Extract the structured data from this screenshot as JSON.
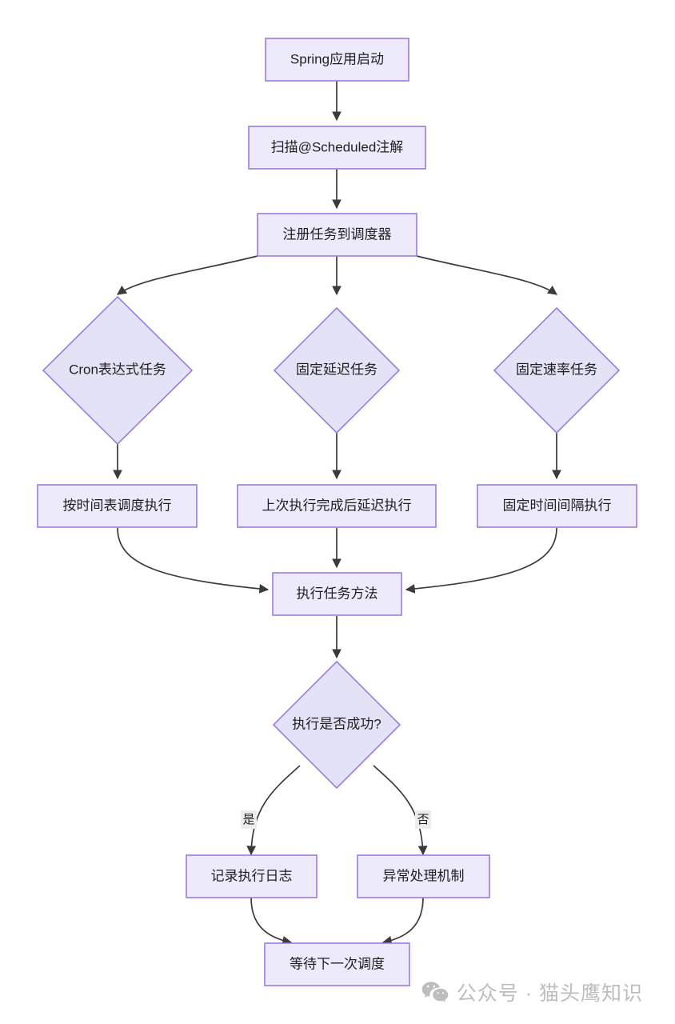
{
  "diagram": {
    "type": "flowchart",
    "direction": "top-to-bottom",
    "theme": {
      "node_fill": "#ECEAFB",
      "node_stroke": "#9B7DDD",
      "edge_stroke": "#3b3b3b",
      "text_color": "#1f1f1f",
      "background": "#ffffff",
      "edge_label_bg": "#ececec"
    },
    "nodes": [
      {
        "id": "n1",
        "shape": "rect",
        "label": "Spring应用启动"
      },
      {
        "id": "n2",
        "shape": "rect",
        "label": "扫描@Scheduled注解"
      },
      {
        "id": "n3",
        "shape": "rect",
        "label": "注册任务到调度器"
      },
      {
        "id": "n4",
        "shape": "diamond",
        "label": "Cron表达式任务"
      },
      {
        "id": "n5",
        "shape": "diamond",
        "label": "固定延迟任务"
      },
      {
        "id": "n6",
        "shape": "diamond",
        "label": "固定速率任务"
      },
      {
        "id": "n7",
        "shape": "rect",
        "label": "按时间表调度执行"
      },
      {
        "id": "n8",
        "shape": "rect",
        "label": "上次执行完成后延迟执行"
      },
      {
        "id": "n9",
        "shape": "rect",
        "label": "固定时间间隔执行"
      },
      {
        "id": "n10",
        "shape": "rect",
        "label": "执行任务方法"
      },
      {
        "id": "n11",
        "shape": "diamond",
        "label": "执行是否成功?"
      },
      {
        "id": "n12",
        "shape": "rect",
        "label": "记录执行日志"
      },
      {
        "id": "n13",
        "shape": "rect",
        "label": "异常处理机制"
      },
      {
        "id": "n14",
        "shape": "rect",
        "label": "等待下一次调度"
      }
    ],
    "edges": [
      {
        "from": "n1",
        "to": "n2",
        "label": ""
      },
      {
        "from": "n2",
        "to": "n3",
        "label": ""
      },
      {
        "from": "n3",
        "to": "n4",
        "label": ""
      },
      {
        "from": "n3",
        "to": "n5",
        "label": ""
      },
      {
        "from": "n3",
        "to": "n6",
        "label": ""
      },
      {
        "from": "n4",
        "to": "n7",
        "label": ""
      },
      {
        "from": "n5",
        "to": "n8",
        "label": ""
      },
      {
        "from": "n6",
        "to": "n9",
        "label": ""
      },
      {
        "from": "n7",
        "to": "n10",
        "label": ""
      },
      {
        "from": "n8",
        "to": "n10",
        "label": ""
      },
      {
        "from": "n9",
        "to": "n10",
        "label": ""
      },
      {
        "from": "n10",
        "to": "n11",
        "label": ""
      },
      {
        "from": "n11",
        "to": "n12",
        "label": "是"
      },
      {
        "from": "n11",
        "to": "n13",
        "label": "否"
      },
      {
        "from": "n12",
        "to": "n14",
        "label": ""
      },
      {
        "from": "n13",
        "to": "n14",
        "label": ""
      }
    ],
    "edge_labels": {
      "yes": "是",
      "no": "否"
    }
  },
  "watermark": {
    "text": "公众号 · 猫头鹰知识",
    "icon": "wechat-icon",
    "color": "#bdbdbd"
  }
}
